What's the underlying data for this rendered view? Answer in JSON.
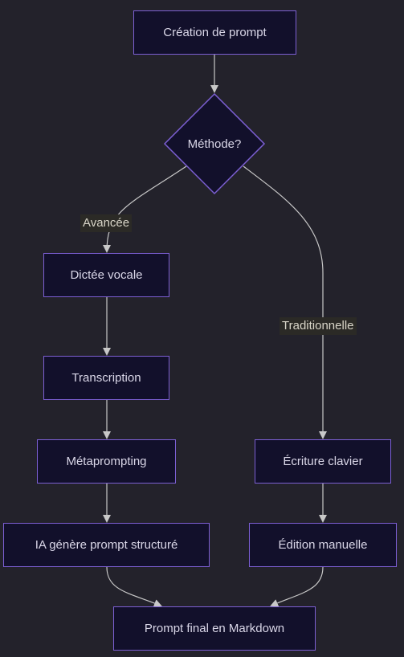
{
  "diagram": {
    "nodes": {
      "start": "Création de prompt",
      "decision": "Méthode?",
      "dictation": "Dictée vocale",
      "transcription": "Transcription",
      "metaprompting": "Métaprompting",
      "ai_generates": "IA génère prompt structuré",
      "keyboard": "Écriture clavier",
      "manual_edit": "Édition manuelle",
      "final": "Prompt final en Markdown"
    },
    "edge_labels": {
      "advanced": "Avancée",
      "traditional": "Traditionnelle"
    },
    "colors": {
      "background": "#23222b",
      "node_fill": "#12102b",
      "node_border": "#7c5fd3",
      "edge": "#c8c8c8"
    }
  }
}
